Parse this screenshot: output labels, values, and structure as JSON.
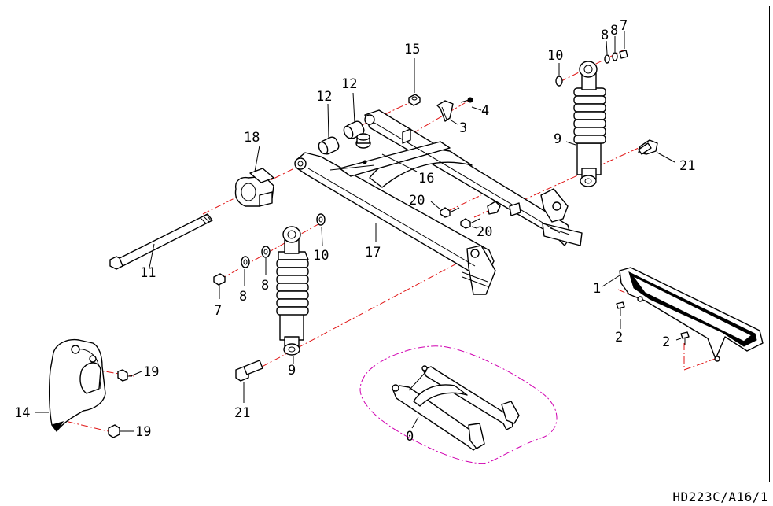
{
  "diagram": {
    "drawing_code": "HD223C/A16/1",
    "callouts": {
      "c0": "0",
      "c1": "1",
      "c2a": "2",
      "c2b": "2",
      "c3": "3",
      "c4": "4",
      "c7a": "7",
      "c7b": "7",
      "c8a": "8",
      "c8b": "8",
      "c8c": "8",
      "c9a": "9",
      "c9b": "9",
      "c10a": "10",
      "c10b": "10",
      "c11": "11",
      "c12a": "12",
      "c12b": "12",
      "c14": "14",
      "c15": "15",
      "c16": "16",
      "c17": "17",
      "c18": "18",
      "c19a": "19",
      "c19b": "19",
      "c20a": "20",
      "c20b": "20",
      "c21a": "21",
      "c21b": "21"
    }
  }
}
